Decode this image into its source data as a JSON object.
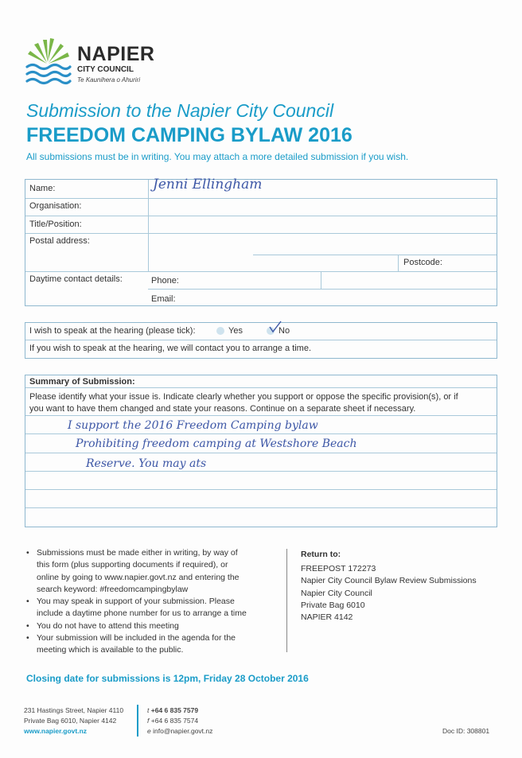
{
  "logo": {
    "name": "NAPIER",
    "subname": "CITY COUNCIL",
    "maori": "Te Kaunihera o Ahuriri"
  },
  "heading": {
    "line1": "Submission to the Napier City Council",
    "line2": "FREEDOM CAMPING BYLAW 2016",
    "intro": "All submissions must be in writing.  You may attach a more detailed submission if you wish."
  },
  "details": {
    "name_label": "Name:",
    "name_value": "Jenni Ellingham",
    "organisation_label": "Organisation:",
    "title_label": "Title/Position:",
    "postal_label": "Postal address:",
    "postcode_label": "Postcode:",
    "contact_label": "Daytime contact details:",
    "phone_label": "Phone:",
    "email_label": "Email:"
  },
  "hearing": {
    "question": "I wish to speak at the hearing (please tick):",
    "yes_label": "Yes",
    "no_label": "No",
    "note": "If you wish to speak at the hearing, we will contact you to arrange a time."
  },
  "summary": {
    "heading": "Summary of Submission:",
    "instructions_1": "Please identify what your issue is. Indicate clearly whether you support or oppose the specific provision(s), or if",
    "instructions_2": "you want to have them changed and state your reasons. Continue on a separate sheet if necessary.",
    "hand_line1": "I  support  the  2016  Freedom  Camping  bylaw",
    "hand_line2": "Prohibiting  freedom  camping  at  Westshore  Beach",
    "hand_line3": "Reserve.  You may ats"
  },
  "info_bullets": [
    [
      "Submissions must be made either in writing, by way of",
      "this form (plus supporting documents if required), or",
      "online by going to www.napier.govt.nz and entering the",
      "search keyword: #freedomcampingbylaw"
    ],
    [
      "You may speak in support of your submission. Please",
      "include a daytime phone number for us to arrange a time"
    ],
    [
      "You do not have to attend this meeting"
    ],
    [
      "Your submission will be included in the agenda for the",
      "meeting which is available to the public."
    ]
  ],
  "return": {
    "heading": "Return to:",
    "lines": [
      "FREEPOST 172273",
      "Napier City Council Bylaw Review Submissions",
      "Napier City Council",
      "Private Bag 6010",
      "NAPIER 4142"
    ]
  },
  "closing": "Closing date for submissions is 12pm, Friday 28 October 2016",
  "footer": {
    "address1": "231 Hastings Street, Napier 4110",
    "address2": "Private Bag 6010, Napier 4142",
    "website": "www.napier.govt.nz",
    "tel_prefix": "t",
    "tel": "+64 6 835 7579",
    "fax_prefix": "f",
    "fax": "+64 6 835 7574",
    "email_prefix": "e",
    "email": "info@napier.govt.nz",
    "doc_id": "Doc ID: 308801"
  },
  "colors": {
    "brand_blue": "#1a9cc8",
    "logo_green": "#7ab648",
    "logo_blue": "#2a8fc7",
    "ink": "#3c56a6"
  }
}
